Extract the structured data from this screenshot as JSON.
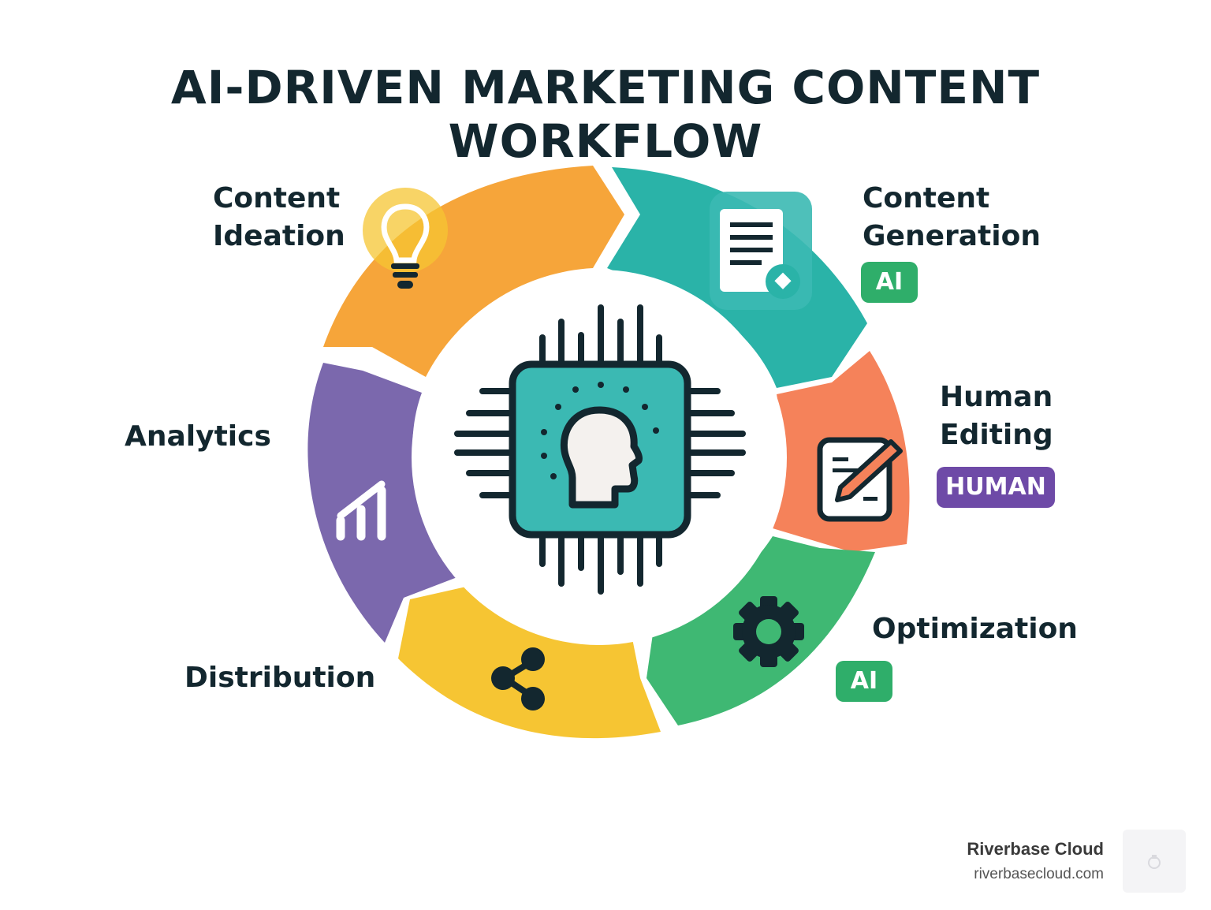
{
  "title": {
    "line1": "AI-DRIVEN MARKETING CONTENT",
    "line2": "WORKFLOW"
  },
  "steps": [
    {
      "label_line1": "Content",
      "label_line2": "Ideation",
      "icon": "lightbulb-icon",
      "color": "#f6a53a"
    },
    {
      "label_line1": "Content",
      "label_line2": "Generation",
      "icon": "document-icon",
      "color": "#2ab3a8",
      "badge": "AI"
    },
    {
      "label_line1": "Human",
      "label_line2": "Editing",
      "icon": "pen-edit-icon",
      "color": "#f5825a",
      "badge": "HUMAN"
    },
    {
      "label_line1": "Optimization",
      "icon": "gear-icon",
      "color": "#3fb873",
      "badge": "AI"
    },
    {
      "label_line1": "Distribution",
      "icon": "share-icon",
      "color": "#f6c533"
    },
    {
      "label_line1": "Analytics",
      "icon": "bar-chart-icon",
      "color": "#7b68ad"
    }
  ],
  "center": {
    "icon": "ai-chip-brain-icon",
    "chip_color": "#3bb9b3",
    "outline_color": "#13272f"
  },
  "brand": {
    "name": "Riverbase Cloud",
    "url": "riverbasecloud.com",
    "logo": "riverbase-logo"
  }
}
